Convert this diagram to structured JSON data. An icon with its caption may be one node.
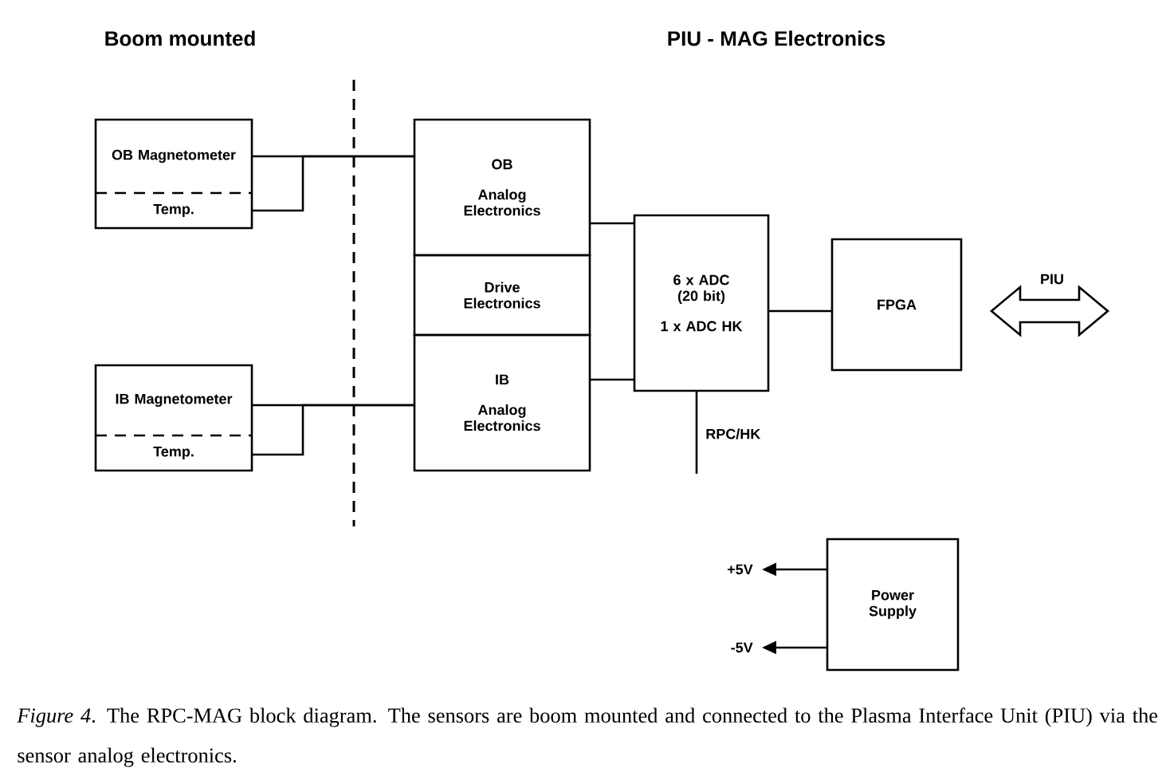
{
  "diagram": {
    "caption": "*Figure 4*.  The RPC-MAG block diagram. The sensors are boom mounted and connected to the Plasma Interface Unit (PIU) via the sensor analog electronics.",
    "nodes": [
      {
        "text": [
          "OB Magnetometer"
        ]
      },
      {
        "text": [
          "Temp."
        ]
      },
      {
        "text": [
          "IB Magnetometer"
        ]
      },
      {
        "text": [
          "Temp."
        ]
      },
      {
        "text": [
          "OB",
          "Analog Electronics"
        ]
      },
      {
        "text": [
          "Drive Electronics"
        ]
      },
      {
        "text": [
          "IB",
          "Analog Electronics"
        ]
      },
      {
        "text": [
          "6 x ADC (20 bit)",
          "1 x ADC HK"
        ]
      },
      {
        "text": [
          "FPGA"
        ]
      },
      {
        "text": [
          "Power Supply"
        ]
      }
    ],
    "edges": [
      {
        "from": 0,
        "to": 4,
        "arrow": "none"
      },
      {
        "from": 1,
        "to": 4,
        "arrow": "none"
      },
      {
        "from": 2,
        "to": 6,
        "arrow": "none"
      },
      {
        "from": 3,
        "to": 6,
        "arrow": "none"
      },
      {
        "from": 4,
        "to": 7,
        "arrow": "none"
      },
      {
        "from": 6,
        "to": 7,
        "arrow": "none"
      },
      {
        "from": 7,
        "to": 8,
        "arrow": "none"
      },
      {
        "from": 7,
        "to": null,
        "arrow": "none",
        "label": "RPC/HK"
      },
      {
        "from": 9,
        "to": null,
        "arrow": "to",
        "label": "+5V"
      },
      {
        "from": 9,
        "to": null,
        "arrow": "to",
        "label": "-5V"
      }
    ],
    "labels": [
      "Boom mounted",
      "PIU - MAG Electronics",
      "PIU"
    ]
  }
}
